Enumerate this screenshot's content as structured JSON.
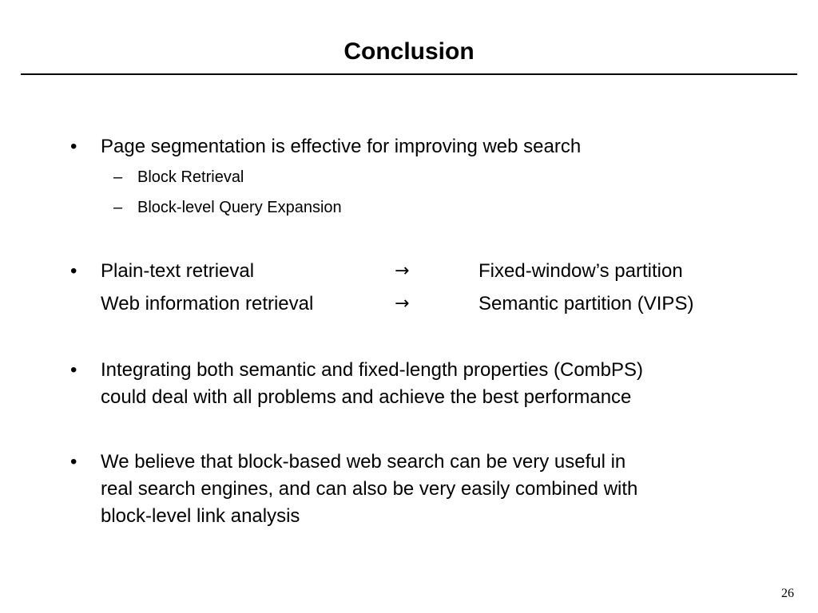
{
  "slide": {
    "title": "Conclusion",
    "bullet_glyph": "•",
    "dash_glyph": "–",
    "arrow_glyph": "→",
    "bullets": [
      {
        "text": "Page segmentation is effective for improving web search",
        "subitems": [
          "Block Retrieval",
          "Block-level Query Expansion"
        ]
      },
      {
        "rows": [
          {
            "left": "Plain-text retrieval",
            "right": "Fixed-window’s partition"
          },
          {
            "left": "Web information retrieval",
            "right": "Semantic partition (VIPS)"
          }
        ]
      },
      {
        "lines": [
          "Integrating both semantic and fixed-length properties (CombPS)",
          "could deal with all problems and achieve the best performance"
        ]
      },
      {
        "lines": [
          "We believe that block-based web search can be very useful in",
          "real search engines, and can also be very easily combined with",
          "block-level link analysis"
        ]
      }
    ],
    "page_number": "26"
  }
}
